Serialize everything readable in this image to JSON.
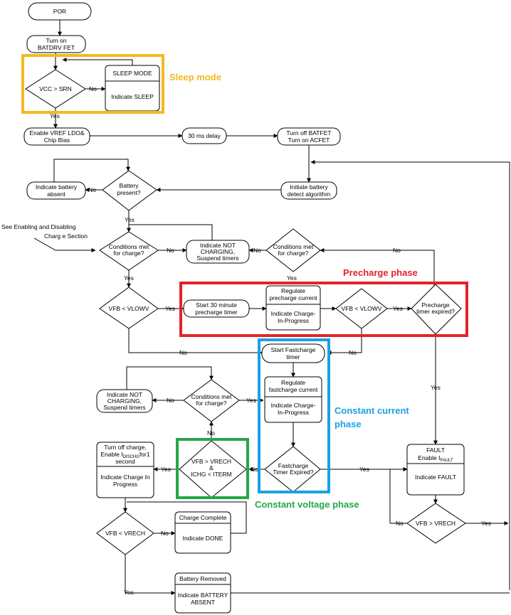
{
  "colors": {
    "sleep": "#f5b920",
    "precharge": "#e4222b",
    "constant_current": "#1aa0e2",
    "constant_voltage": "#23a845"
  },
  "annotations": {
    "sleep_mode": "Sleep mode",
    "precharge_phase": "Precharge phase",
    "constant_current_1": "Constant current",
    "constant_current_2": "phase",
    "constant_voltage_phase": "Constant voltage phase"
  },
  "nodes": {
    "por": "POR",
    "turn_on_batdrv_1": "Turn on",
    "turn_on_batdrv_2": "BATDRV FET",
    "vcc_srn": "VCC > SRN",
    "sleep_mode_title": "SLEEP MODE",
    "indicate_sleep": "Indicate SLEEP",
    "enable_vref_1": "Enable VREF LDO&",
    "enable_vref_2": "Chip Bias",
    "delay_30ms": "30 ms delay",
    "turn_off_batfet_1": "Turn off BATFET",
    "turn_off_batfet_2": "Turn on ACFET",
    "battery_absent_1": "Indicate battery",
    "battery_absent_2": "absent",
    "battery_present_1": "Battery",
    "battery_present_2": "present?",
    "init_detect_1": "Initiate battery",
    "init_detect_2": "detect algorithm",
    "see_note_1": "See  Enabling and Disabling",
    "see_note_2": "Charg    e Section",
    "cond1_1": "Conditions met",
    "cond1_2": "for charge?",
    "not_charging1_1": "Indicate NOT",
    "not_charging1_2": "CHARGING,",
    "not_charging1_3": "Suspend timers",
    "cond2_1": "Conditions met",
    "cond2_2": "for charge?",
    "vfb_vlowv1": "VFB < VLOWV",
    "start_30min_1": "Start 30 minute",
    "start_30min_2": "precharge timer",
    "reg_pre_1": "Regulate",
    "reg_pre_2": "precharge current",
    "ind_charge_pre_1": "Indicate Charge-",
    "ind_charge_pre_2": "In-Progress",
    "vfb_vlowv2": "VFB < VLOWV",
    "pre_timer_1": "Precharge",
    "pre_timer_2": "timer expired?",
    "start_fast_1": "Start Fastcharge",
    "start_fast_2": "timer",
    "not_charging2_1": "Indicate NOT",
    "not_charging2_2": "CHARGING,",
    "not_charging2_3": "Suspend timers",
    "cond3_1": "Conditions met",
    "cond3_2": "for charge?",
    "reg_fast_1": "Regulate",
    "reg_fast_2": "fastcharge  current",
    "ind_charge_fast_1": "Indicate Charge-",
    "ind_charge_fast_2": "In-Progress",
    "turn_off_charge_1": "Turn off charge,",
    "turn_off_charge_2": "Enable I",
    "turn_off_charge_sub": "DISCHG",
    "turn_off_charge_2b": "for1",
    "turn_off_charge_3": "second",
    "ind_charge_ip_1": "Indicate Charge In",
    "ind_charge_ip_2": "Progress",
    "cv_1": "VFB > VRECH",
    "cv_2": "&",
    "cv_3": "ICHG < ITERM",
    "fast_timer_1": "Fastcharge",
    "fast_timer_2": "Timer Expired?",
    "fault_title": "FAULT",
    "fault_enable": "Enable I",
    "fault_sub": "FAULT",
    "indicate_fault": "Indicate FAULT",
    "vfb_vrech1": "VFB < VRECH",
    "charge_complete": "Charge Complete",
    "indicate_done": "Indicate DONE",
    "vfb_vrech2": "VFB > VRECH",
    "battery_removed": "Battery Removed",
    "ind_bat_absent_1": "Indicate BATTERY",
    "ind_bat_absent_2": "ABSENT"
  },
  "edge_labels": {
    "yes": "Yes",
    "no": "No"
  }
}
